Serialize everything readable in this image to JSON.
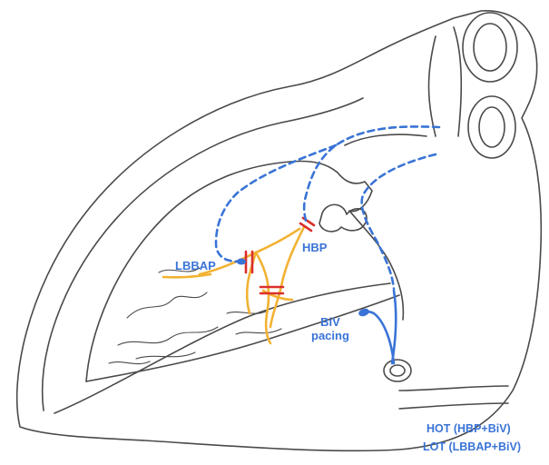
{
  "labels": {
    "lbbap": "LBBAP",
    "hbp": "HBP",
    "biv_line1": "BiV",
    "biv_line2": "pacing",
    "hot": "HOT (HBP+BiV)",
    "lot": "LOT (LBBAP+BiV)"
  },
  "colors": {
    "outline": "#4a4a4a",
    "lead": "#3a74d6",
    "conduction": "#f2b233",
    "pacing_site": "#d9302a"
  },
  "icons": {
    "heart": "heart-cross-section-illustration",
    "lead_tip": "lead-tip-marker"
  }
}
